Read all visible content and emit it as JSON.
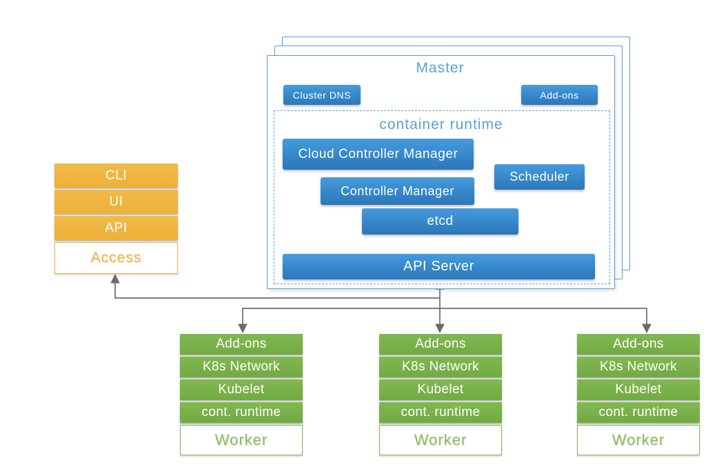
{
  "colors": {
    "blue_box_top": "#479cde",
    "blue_box_bottom": "#2d77ba",
    "light_blue_accent": "#57a1d8",
    "orange": "#efb440",
    "green": "#7ab34c",
    "arrow_gray": "#6b6b6b"
  },
  "master": {
    "title": "Master",
    "badges": {
      "cluster_dns": "Cluster DNS",
      "addons": "Add-ons"
    },
    "container_runtime": {
      "title": "container runtime"
    },
    "components": {
      "cloud_controller_manager": "Cloud Controller Manager",
      "controller_manager": "Controller Manager",
      "scheduler": "Scheduler",
      "etcd": "etcd",
      "api_server": "API Server"
    }
  },
  "access": {
    "rows": [
      "CLI",
      "UI",
      "API"
    ],
    "label": "Access"
  },
  "workers": {
    "rows": [
      "Add-ons",
      "K8s Network",
      "Kubelet",
      "cont. runtime"
    ],
    "label": "Worker"
  }
}
